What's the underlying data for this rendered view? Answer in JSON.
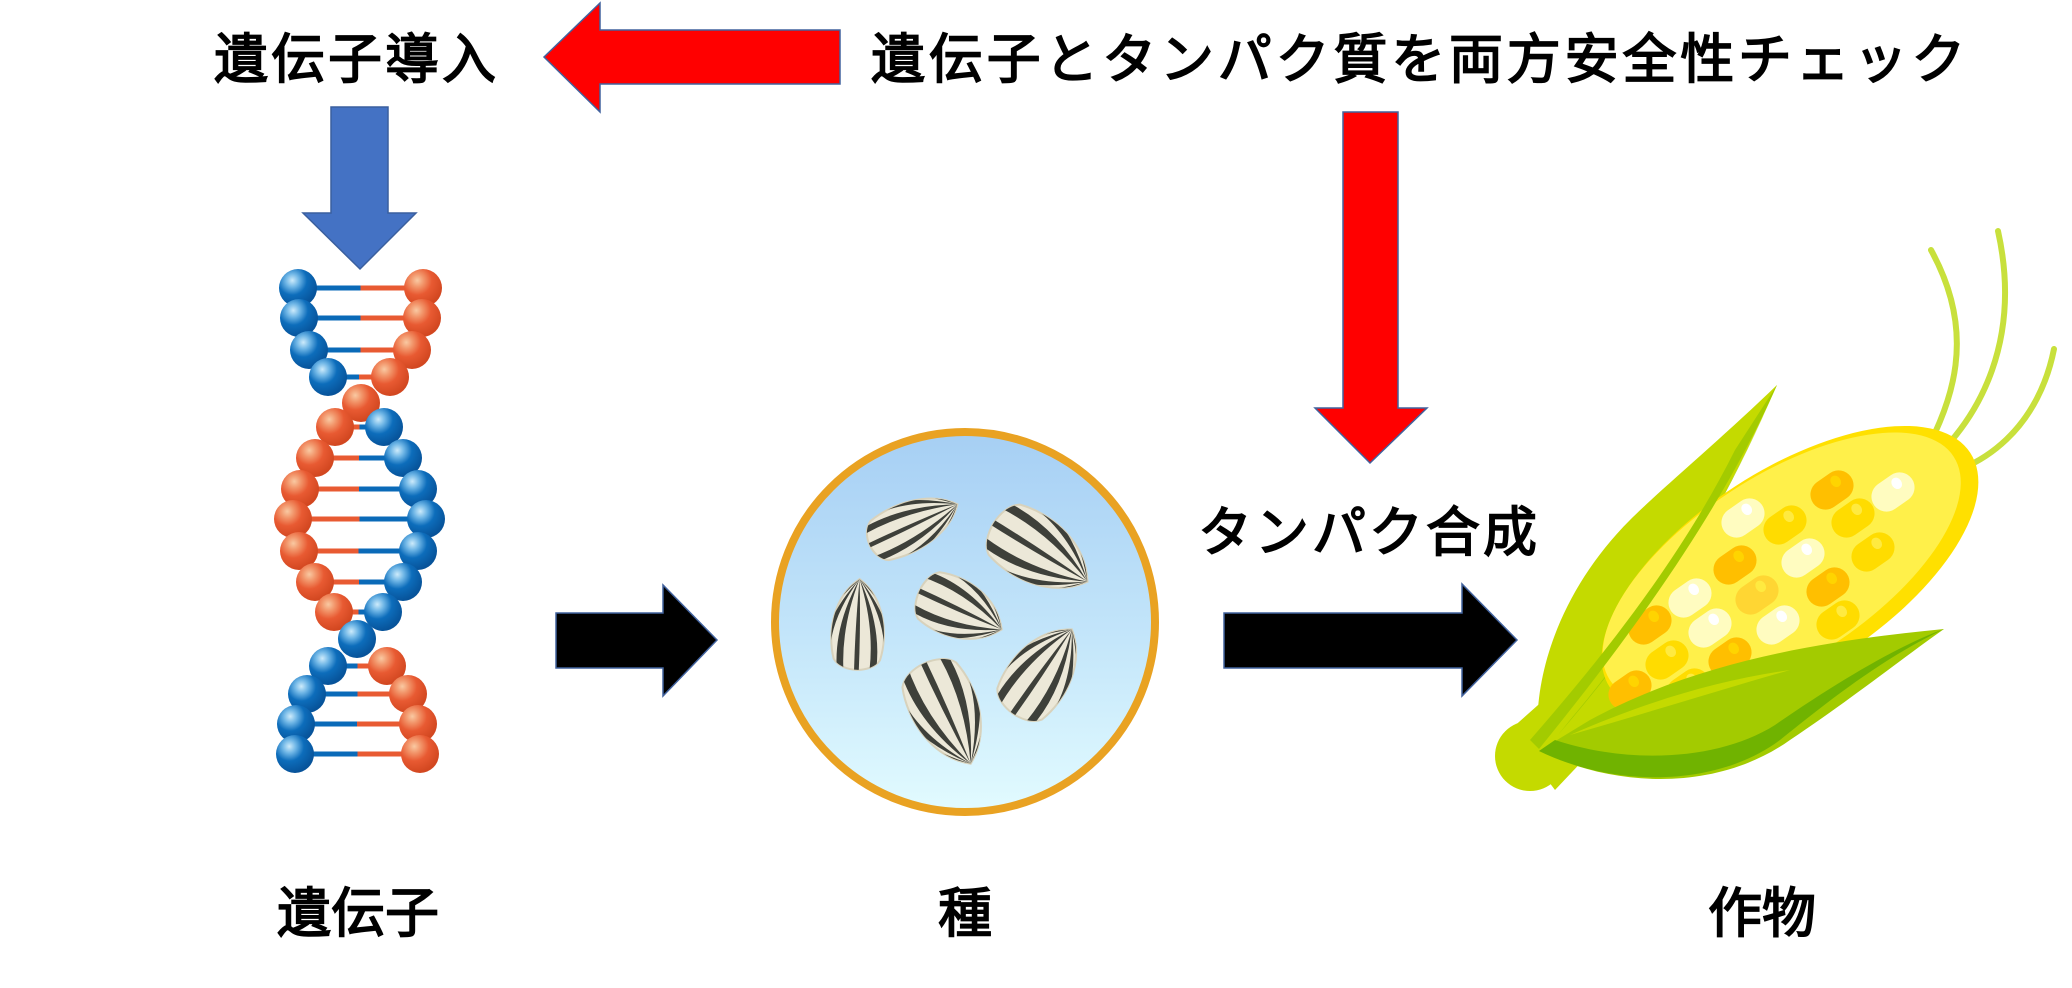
{
  "diagram": {
    "labels": {
      "gene_introduction": "遺伝子導入",
      "safety_check": "遺伝子とタンパク質を両方安全性チェック",
      "protein_synthesis": "タンパク合成",
      "gene": "遺伝子",
      "seed": "種",
      "crop": "作物"
    },
    "arrows": [
      {
        "name": "safety-check-to-gene-introduction",
        "direction": "left",
        "color": "#FF0000"
      },
      {
        "name": "gene-introduction-to-gene",
        "direction": "down",
        "color": "#4472C4"
      },
      {
        "name": "safety-check-to-protein-synthesis",
        "direction": "down",
        "color": "#FF0000"
      },
      {
        "name": "gene-to-seed",
        "direction": "right",
        "color": "#000000"
      },
      {
        "name": "seed-to-crop",
        "direction": "right",
        "color": "#000000"
      }
    ],
    "illustrations": {
      "gene": "dna-double-helix",
      "seed": "sunflower-seeds-in-circle",
      "crop": "corn-cob"
    },
    "colors": {
      "arrow_outline": "#41629E",
      "dna_blue": "#0A6AB8",
      "dna_orange": "#E85A32",
      "seed_ring": "#E9A222",
      "corn_yellow": "#FFF04A",
      "leaf_green": "#A2CC00"
    }
  }
}
